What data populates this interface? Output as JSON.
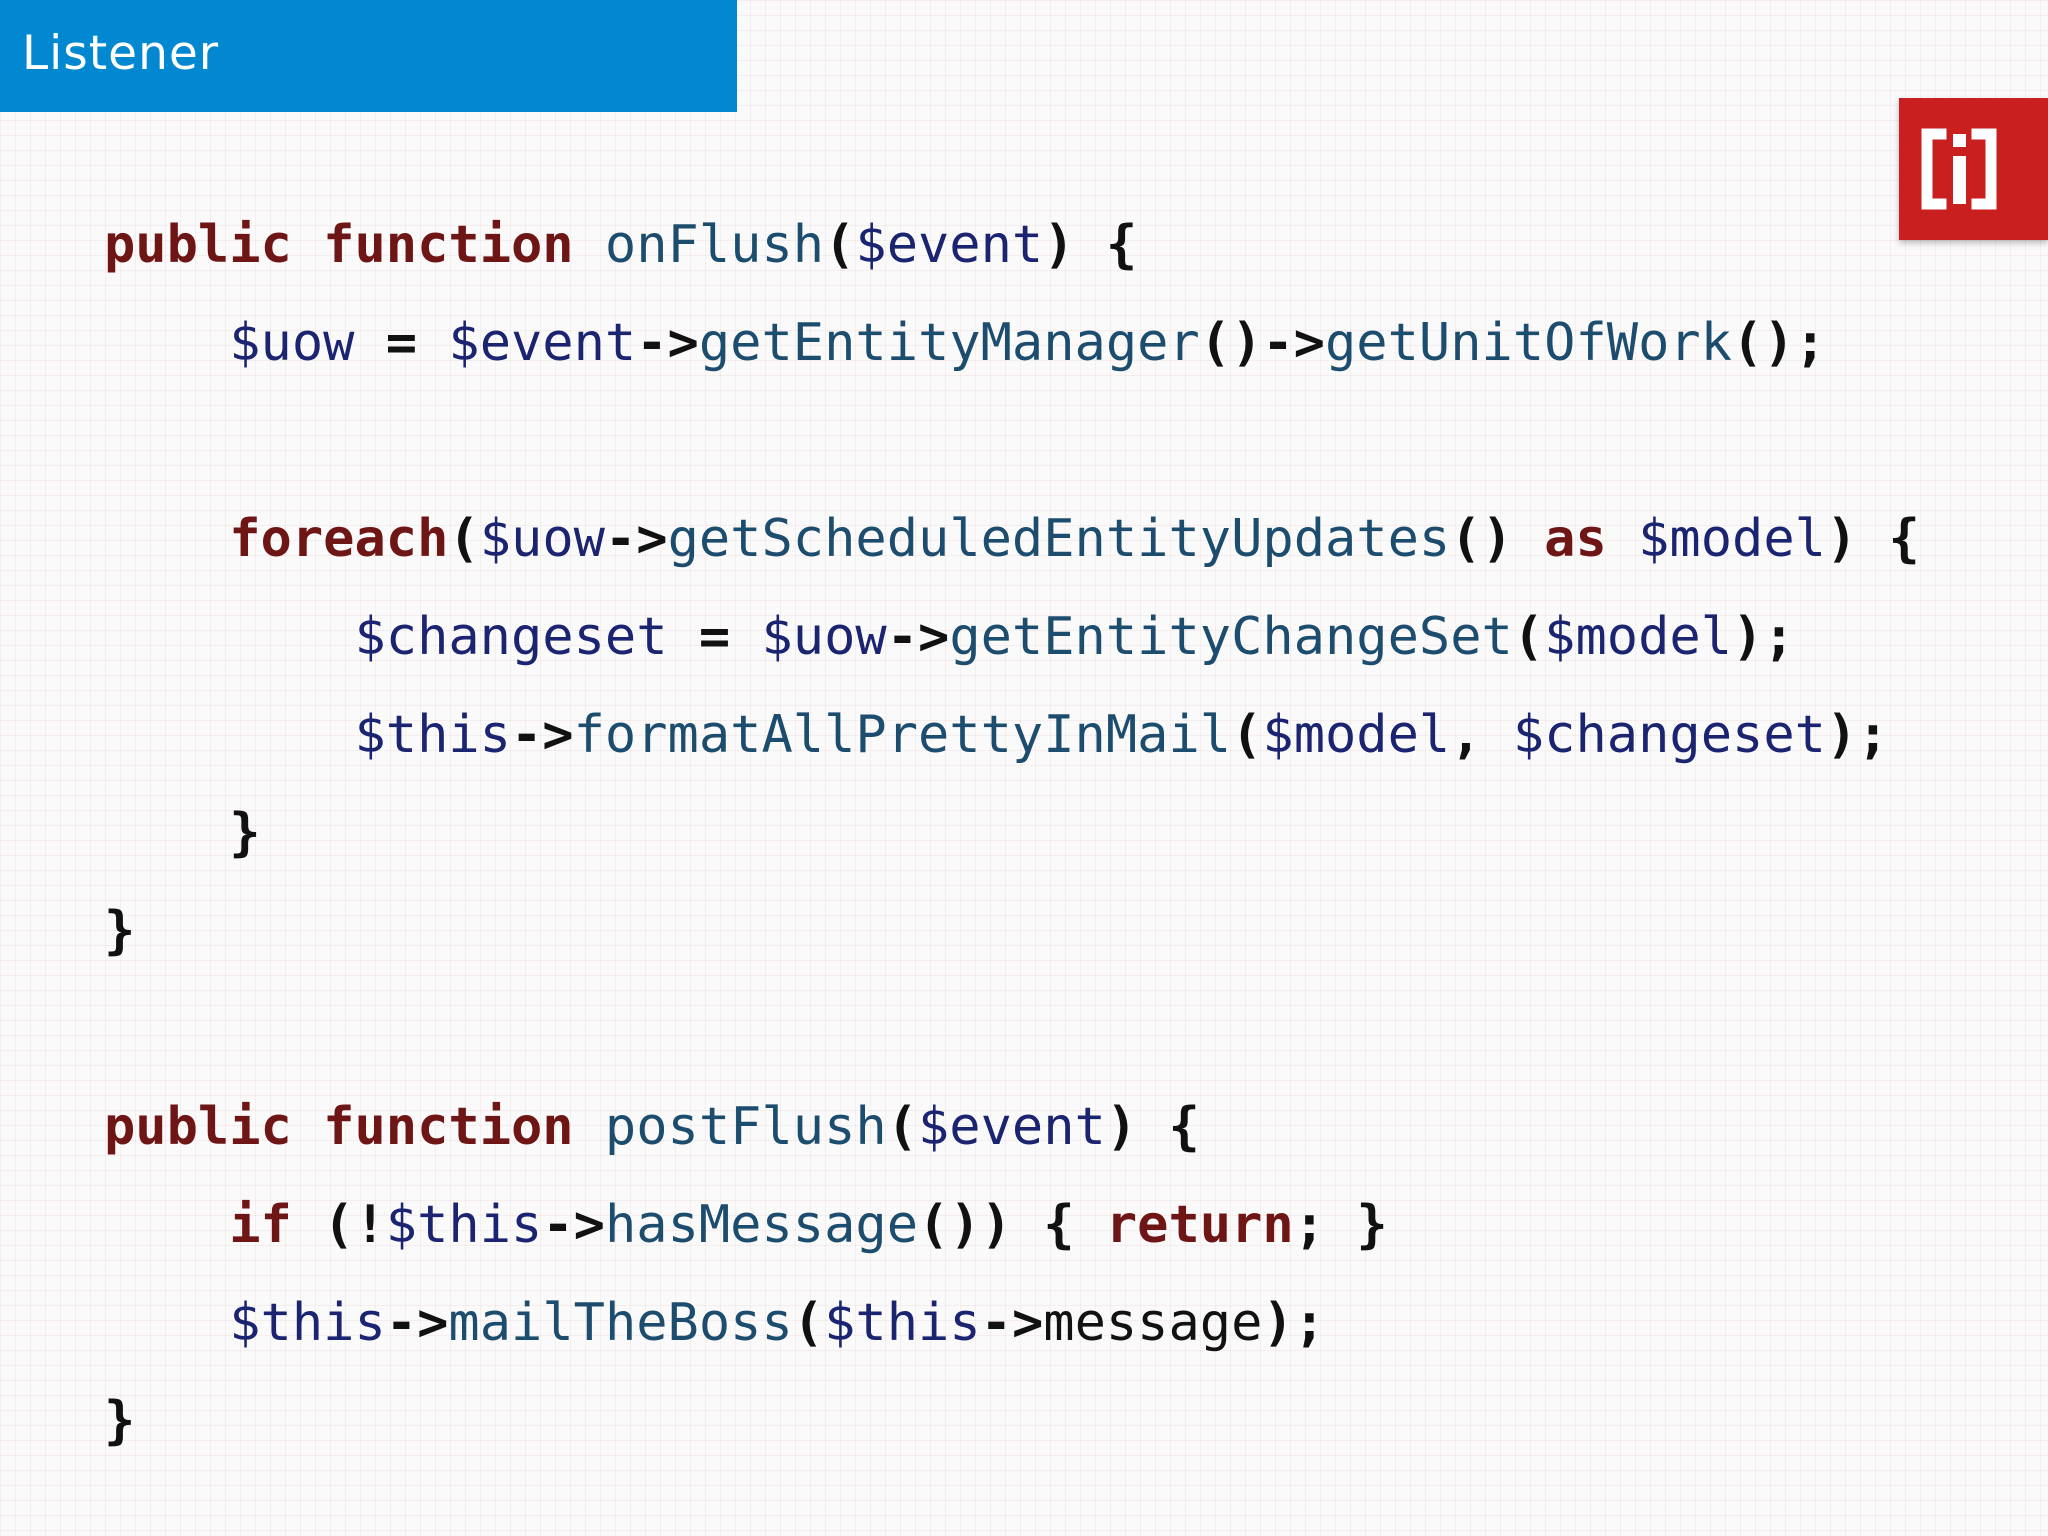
{
  "slide": {
    "title": "Listener"
  },
  "colors": {
    "title_bar": "#0288d1",
    "logo": "#c91f1f",
    "keyword": "#6e1515",
    "function": "#1d4d6e",
    "variable": "#1a2470",
    "punctuation": "#111111"
  },
  "icons": {
    "logo": "brand-logo-icon"
  },
  "code": {
    "lines": [
      {
        "indent": 0,
        "tokens": [
          {
            "t": "public",
            "c": "kw"
          },
          {
            "t": " ",
            "c": "plain"
          },
          {
            "t": "function",
            "c": "kw"
          },
          {
            "t": " ",
            "c": "plain"
          },
          {
            "t": "onFlush",
            "c": "fn"
          },
          {
            "t": "(",
            "c": "pun"
          },
          {
            "t": "$event",
            "c": "var"
          },
          {
            "t": ") {",
            "c": "pun"
          }
        ]
      },
      {
        "indent": 1,
        "tokens": [
          {
            "t": "$uow",
            "c": "var"
          },
          {
            "t": " = ",
            "c": "pun"
          },
          {
            "t": "$event",
            "c": "var"
          },
          {
            "t": "->",
            "c": "pun"
          },
          {
            "t": "getEntityManager",
            "c": "fn"
          },
          {
            "t": "()->",
            "c": "pun"
          },
          {
            "t": "getUnitOfWork",
            "c": "fn"
          },
          {
            "t": "();",
            "c": "pun"
          }
        ]
      },
      {
        "indent": 0,
        "tokens": []
      },
      {
        "indent": 1,
        "tokens": [
          {
            "t": "foreach",
            "c": "kw"
          },
          {
            "t": "(",
            "c": "pun"
          },
          {
            "t": "$uow",
            "c": "var"
          },
          {
            "t": "->",
            "c": "pun"
          },
          {
            "t": "getScheduledEntityUpdates",
            "c": "fn"
          },
          {
            "t": "() ",
            "c": "pun"
          },
          {
            "t": "as",
            "c": "kw"
          },
          {
            "t": " ",
            "c": "plain"
          },
          {
            "t": "$model",
            "c": "var"
          },
          {
            "t": ") {",
            "c": "pun"
          }
        ]
      },
      {
        "indent": 2,
        "tokens": [
          {
            "t": "$changeset",
            "c": "var"
          },
          {
            "t": " = ",
            "c": "pun"
          },
          {
            "t": "$uow",
            "c": "var"
          },
          {
            "t": "->",
            "c": "pun"
          },
          {
            "t": "getEntityChangeSet",
            "c": "fn"
          },
          {
            "t": "(",
            "c": "pun"
          },
          {
            "t": "$model",
            "c": "var"
          },
          {
            "t": ");",
            "c": "pun"
          }
        ]
      },
      {
        "indent": 2,
        "tokens": [
          {
            "t": "$this",
            "c": "var"
          },
          {
            "t": "->",
            "c": "pun"
          },
          {
            "t": "formatAllPrettyInMail",
            "c": "fn"
          },
          {
            "t": "(",
            "c": "pun"
          },
          {
            "t": "$model",
            "c": "var"
          },
          {
            "t": ", ",
            "c": "pun"
          },
          {
            "t": "$changeset",
            "c": "var"
          },
          {
            "t": ");",
            "c": "pun"
          }
        ]
      },
      {
        "indent": 1,
        "tokens": [
          {
            "t": "}",
            "c": "pun"
          }
        ]
      },
      {
        "indent": 0,
        "tokens": [
          {
            "t": "}",
            "c": "pun"
          }
        ]
      },
      {
        "indent": 0,
        "tokens": []
      },
      {
        "indent": 0,
        "tokens": [
          {
            "t": "public",
            "c": "kw"
          },
          {
            "t": " ",
            "c": "plain"
          },
          {
            "t": "function",
            "c": "kw"
          },
          {
            "t": " ",
            "c": "plain"
          },
          {
            "t": "postFlush",
            "c": "fn"
          },
          {
            "t": "(",
            "c": "pun"
          },
          {
            "t": "$event",
            "c": "var"
          },
          {
            "t": ") {",
            "c": "pun"
          }
        ]
      },
      {
        "indent": 1,
        "tokens": [
          {
            "t": "if",
            "c": "kw"
          },
          {
            "t": " (!",
            "c": "pun"
          },
          {
            "t": "$this",
            "c": "var"
          },
          {
            "t": "->",
            "c": "pun"
          },
          {
            "t": "hasMessage",
            "c": "fn"
          },
          {
            "t": "()) { ",
            "c": "pun"
          },
          {
            "t": "return",
            "c": "kw"
          },
          {
            "t": "; }",
            "c": "pun"
          }
        ]
      },
      {
        "indent": 1,
        "tokens": [
          {
            "t": "$this",
            "c": "var"
          },
          {
            "t": "->",
            "c": "pun"
          },
          {
            "t": "mailTheBoss",
            "c": "fn"
          },
          {
            "t": "(",
            "c": "pun"
          },
          {
            "t": "$this",
            "c": "var"
          },
          {
            "t": "->",
            "c": "pun"
          },
          {
            "t": "message",
            "c": "plain"
          },
          {
            "t": ");",
            "c": "pun"
          }
        ]
      },
      {
        "indent": 0,
        "tokens": [
          {
            "t": "}",
            "c": "pun"
          }
        ]
      }
    ]
  }
}
